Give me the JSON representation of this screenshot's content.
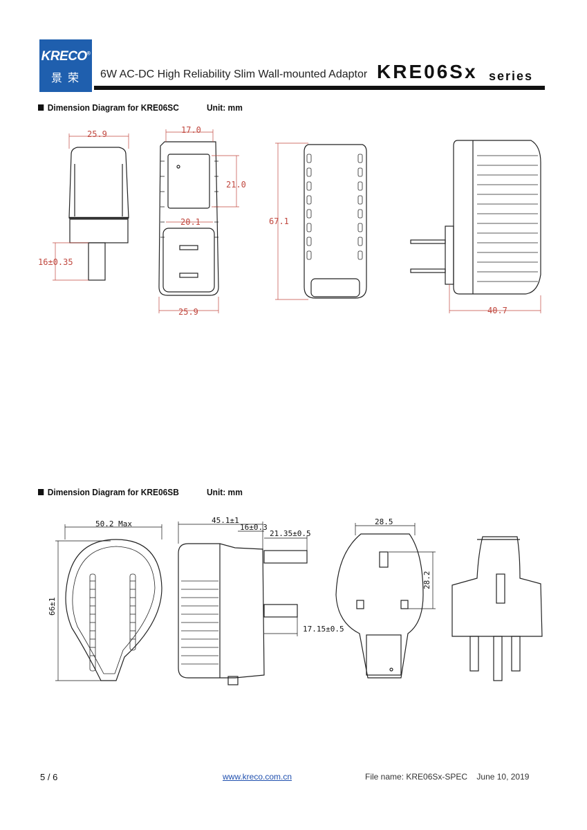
{
  "header": {
    "logo_text": "KRECO",
    "logo_cn": "景荣",
    "subtitle": "6W AC-DC High Reliability Slim Wall-mounted Adaptor",
    "model": "KRE06Sx",
    "series": "series"
  },
  "section1": {
    "title": "Dimension Diagram for KRE06SC",
    "unit": "Unit: mm",
    "dims": {
      "width_top": "25.9",
      "face_width": "17.0",
      "face_height": "21.0",
      "socket_width": "20.1",
      "height": "67.1",
      "pin_length": "16±0.35",
      "width_bottom": "25.9",
      "depth": "40.7"
    }
  },
  "section2": {
    "title": "Dimension Diagram for KRE06SB",
    "unit": "Unit: mm",
    "dims": {
      "max_width": "50.2 Max",
      "height": "66±1",
      "depth": "45.1±1",
      "pin_a": "16±0.3",
      "pin_b": "21.35±0.5",
      "pin_c": "17.15±0.5",
      "plug_width": "28.5",
      "plug_height": "28.2"
    }
  },
  "footer": {
    "page": "5 / 6",
    "website": "www.kreco.com.cn",
    "file": "File name: KRE06Sx-SPEC    June 10, 2019"
  }
}
